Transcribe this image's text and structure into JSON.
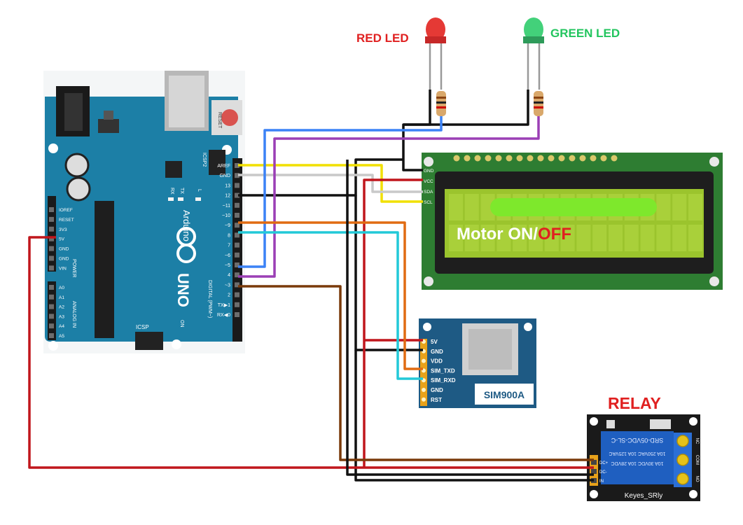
{
  "labels": {
    "red_led": "RED LED",
    "green_led": "GREEN LED",
    "relay": "RELAY",
    "sim_module": "SIM900A",
    "relay_brand": "Keyes_SRly",
    "relay_part": "SRD-05VDC-SL-C",
    "relay_spec1": "10A 250VAC 10A 125VAC",
    "relay_spec2": "10A 30VDC 10A 28VDC",
    "lcd_text_a": "Motor ON/",
    "lcd_text_b": "OFF"
  },
  "arduino": {
    "brand": "Arduino",
    "model": "UNO",
    "reset": "RESET",
    "icsp": "ICSP",
    "icsp2": "ICSP2",
    "on": "ON",
    "tx": "TX",
    "rx": "RX",
    "l": "L",
    "digital": "DIGITAL (PWM~)",
    "power": "POWER",
    "analog": "ANALOG IN",
    "pins_digital": [
      "AREF",
      "GND",
      "13",
      "12",
      "~11",
      "~10",
      "~9",
      "8",
      "7",
      "~6",
      "~5",
      "4",
      "~3",
      "2",
      "TX▶1",
      "RX◀0"
    ],
    "pins_power": [
      "IOREF",
      "RESET",
      "3V3",
      "5V",
      "GND",
      "GND",
      "VIN"
    ],
    "pins_analog": [
      "A0",
      "A1",
      "A2",
      "A3",
      "A4",
      "A5"
    ]
  },
  "lcd_pins": [
    "GND",
    "VCC",
    "SDA",
    "SCL"
  ],
  "sim_pins": [
    "5V",
    "GND",
    "VDD",
    "SIM_TXD",
    "SIM_RXD",
    "GND",
    "RST"
  ],
  "relay_pins": [
    "DC+",
    "DC-",
    "IN"
  ],
  "relay_terminals": [
    "NC",
    "COM",
    "NO"
  ],
  "colors": {
    "board": "#1c7fa6",
    "lcd_pcb": "#2e7d32",
    "lcd_screen": "#9bc42d",
    "sim_pcb": "#1e5a84",
    "relay_pcb": "#1a1a1a",
    "relay_body": "#1f5fc0",
    "red": "#e02020",
    "green": "#22c55e",
    "wire_red": "#c0161c",
    "wire_black": "#111111",
    "wire_yellow": "#f1e000",
    "wire_blue": "#3b82f6",
    "wire_purple": "#9b3fb5",
    "wire_orange": "#e06b12",
    "wire_cyan": "#22c9d8",
    "wire_brown": "#7a3a0a",
    "wire_gray": "#9a9a9a"
  }
}
